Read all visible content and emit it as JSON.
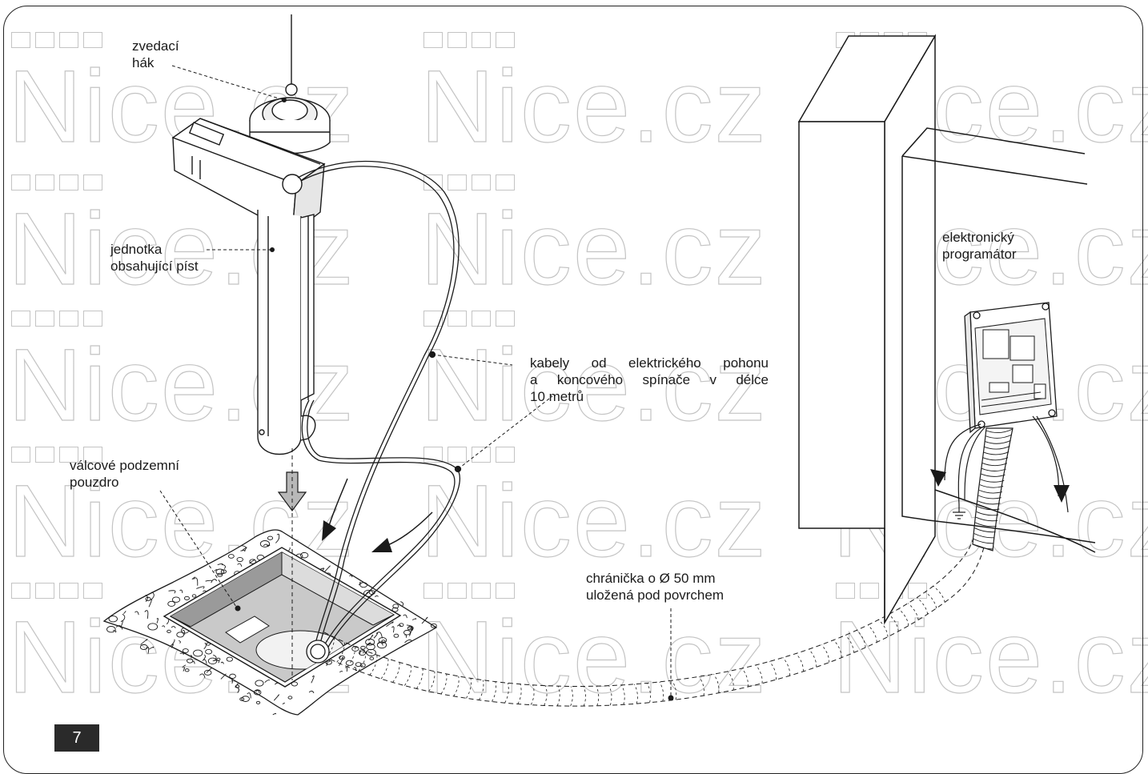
{
  "figure_number": "7",
  "watermark": "Nice.cz",
  "labels": {
    "lifting_hook_line1": "zvedací",
    "lifting_hook_line2": "hák",
    "piston_unit_line1": "jednotka",
    "piston_unit_line2": "obsahující píst",
    "cables_line1": "kabely od elektrického pohonu",
    "cables_line2": "a koncového spínače v délce",
    "cables_line3": "10 metrů",
    "housing_line1": "válcové podzemní",
    "housing_line2": "pouzdro",
    "controller_line1": "elektronický",
    "controller_line2": "programátor",
    "conduit_line1": "chránička o Ø 50 mm",
    "conduit_line2": "uložená pod povrchem"
  },
  "colors": {
    "line": "#1a1a1a",
    "watermark": "#c4c4c4",
    "housing_fill": "#c9c9c9",
    "arrow_fill": "#b8b8b8",
    "frame": "#222222"
  }
}
